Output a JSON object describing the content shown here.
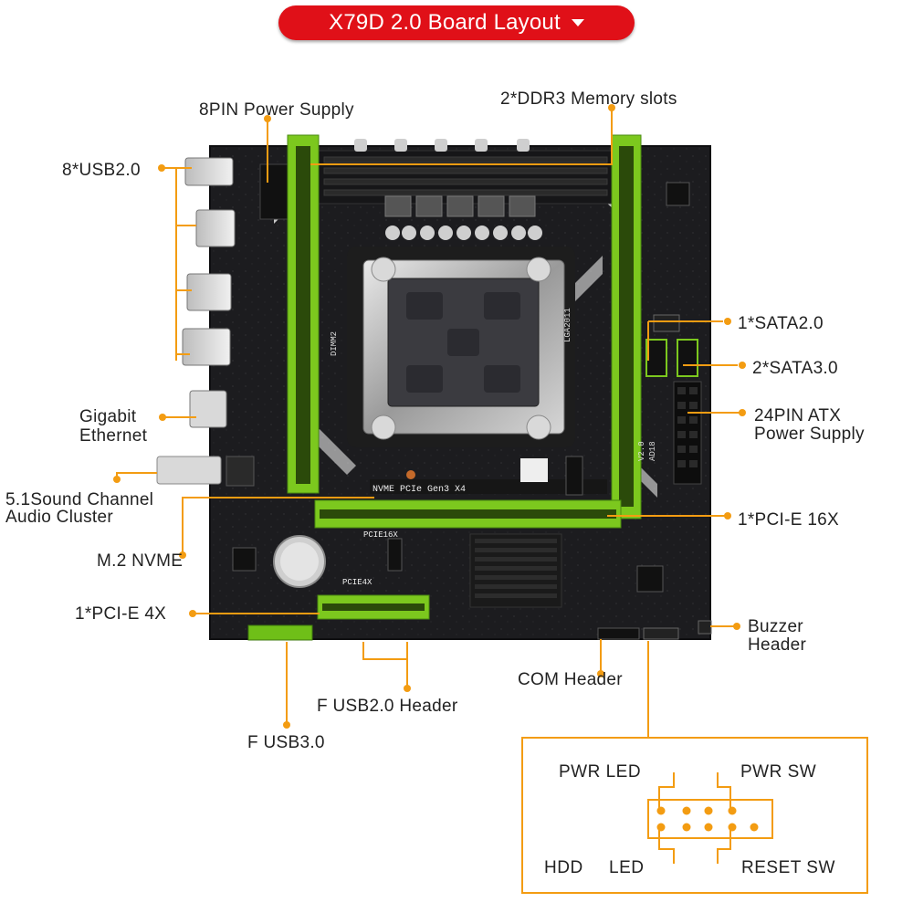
{
  "title": "X79D 2.0 Board Layout",
  "colors": {
    "accent": "#f39c12",
    "title_bg": "#e01018",
    "slot_green": "#8ddc20",
    "board": "#1b1b1d"
  },
  "labels": {
    "power8pin": "8PIN Power Supply",
    "ddr3": "2*DDR3 Memory slots",
    "usb2": "8*USB2.0",
    "sata2": "1*SATA2.0",
    "sata3": "2*SATA3.0",
    "gigabit_line1": "Gigabit",
    "gigabit_line2": "Ethernet",
    "atx_line1": "24PIN ATX",
    "atx_line2": "Power Supply",
    "audio_line1": "5.1Sound Channel",
    "audio_line2": "Audio Cluster",
    "pcie16": "1*PCI-E 16X",
    "m2": "M.2 NVME",
    "pcie4": "1*PCI-E 4X",
    "buzzer_line1": "Buzzer",
    "buzzer_line2": "Header",
    "com": "COM Header",
    "fusb2": "F USB2.0 Header",
    "fusb3": "F USB3.0"
  },
  "board_silk": {
    "nvme": "NVME PCIe Gen3 X4",
    "pcie16": "PCIE16X",
    "pcie4": "PCIE4X",
    "socket": "LGA2011",
    "dimm": "DIMM2",
    "version": "V2.0",
    "model": "AD18"
  },
  "front_panel": {
    "pwr_led": "PWR LED",
    "pwr_sw": "PWR SW",
    "hdd": "HDD",
    "led": "LED",
    "reset_sw": "RESET SW"
  }
}
